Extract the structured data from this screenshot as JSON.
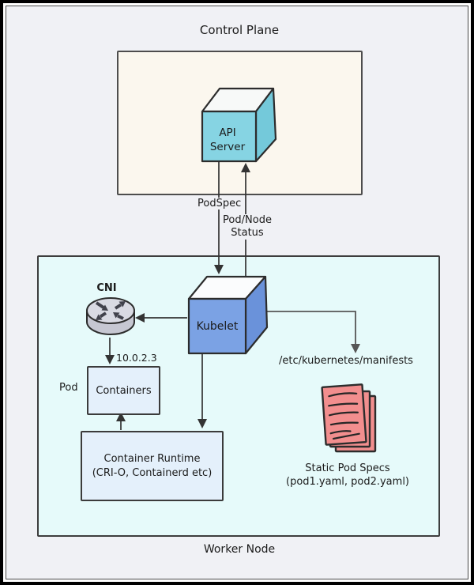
{
  "control_plane": {
    "label": "Control Plane",
    "api_server": {
      "line1": "API",
      "line2": "Server"
    }
  },
  "edges": {
    "podspec": "PodSpec",
    "pod_node_status": {
      "line1": "Pod/Node",
      "line2": "Status"
    }
  },
  "worker_node": {
    "label": "Worker Node",
    "kubelet": "Kubelet",
    "cni": "CNI",
    "pod_ip": "10.0.2.3",
    "pod": "Pod",
    "containers": "Containers",
    "container_runtime": {
      "line1": "Container Runtime",
      "line2": "(CRI-O, Containerd etc)"
    },
    "manifests_path": "/etc/kubernetes/manifests",
    "static_pod_specs": {
      "line1": "Static Pod Specs",
      "line2": "(pod1.yaml, pod2.yaml)"
    }
  },
  "icons": {
    "cni_router": "router-icon",
    "static_files": "stacked-files-icon"
  },
  "colors": {
    "page_bg": "#f0f1f5",
    "control_plane_fill": "#fbf7ee",
    "worker_fill": "#e6fafa",
    "api_cube_front": "#86d4e3",
    "api_cube_side": "#74c9da",
    "api_cube_top": "#f7f9f8",
    "kubelet_cube_front": "#7ba2e4",
    "kubelet_cube_side": "#6a92da",
    "kubelet_cube_top": "#fbfcfd",
    "box_fill": "#e4f0fb",
    "pages_fill": "#f28e8e",
    "router_top": "#d9dae3",
    "router_body": "#c6c7d2",
    "router_arrow": "#41424c",
    "edge": "#333333",
    "edge_gray": "#565656",
    "stroke": "#2c2c2c"
  }
}
